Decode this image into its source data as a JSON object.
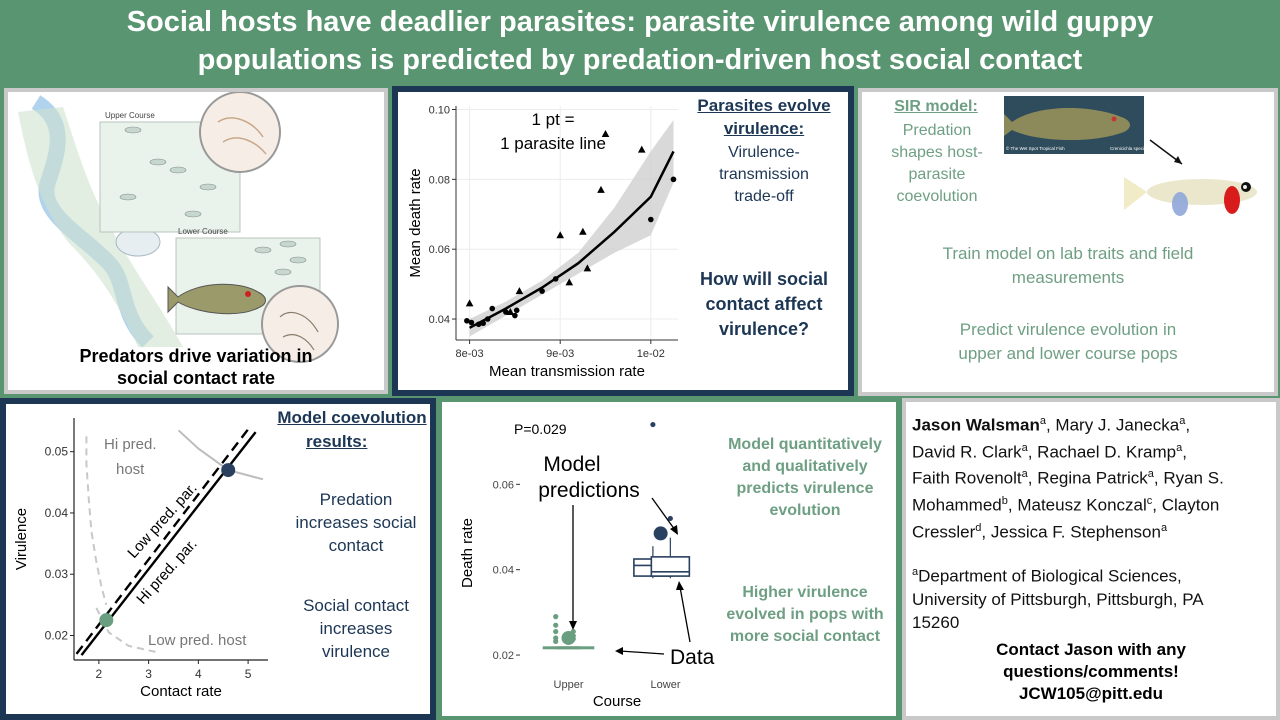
{
  "title": {
    "line1": "Social hosts have deadlier parasites: parasite virulence among wild guppy",
    "line2": "populations is predicted by predation-driven host social contact"
  },
  "panel1": {
    "upper_course_label": "Upper Course",
    "lower_course_label": "Lower Course",
    "caption_line1": "Predators drive variation in",
    "caption_line2": "social contact rate"
  },
  "panel2": {
    "annotation_line1": "1 pt =",
    "annotation_line2": "1 parasite line",
    "heading_line1": "Parasites evolve",
    "heading_line2": "virulence:",
    "sub_line1": "Virulence-",
    "sub_line2": "transmission",
    "sub_line3": "trade-off",
    "question_line1": "How will  social",
    "question_line2": "contact affect",
    "question_line3": "virulence?",
    "chart_data": {
      "type": "scatter",
      "xlabel": "Mean transmission rate",
      "ylabel": "Mean death rate",
      "x_ticks": [
        {
          "value": 0.008,
          "label": "8e-03"
        },
        {
          "value": 0.009,
          "label": "9e-03"
        },
        {
          "value": 0.01,
          "label": "1e-02"
        }
      ],
      "y_ticks": [
        {
          "value": 0.04,
          "label": "0.04"
        },
        {
          "value": 0.06,
          "label": "0.06"
        },
        {
          "value": 0.08,
          "label": "0.08"
        },
        {
          "value": 0.1,
          "label": "0.10"
        }
      ],
      "xlim": [
        0.00785,
        0.0103
      ],
      "ylim": [
        0.034,
        0.101
      ],
      "triangles": [
        [
          0.008,
          0.0445
        ],
        [
          0.00845,
          0.042
        ],
        [
          0.00855,
          0.048
        ],
        [
          0.009,
          0.064
        ],
        [
          0.0091,
          0.0505
        ],
        [
          0.00925,
          0.065
        ],
        [
          0.0093,
          0.0545
        ],
        [
          0.00945,
          0.077
        ],
        [
          0.0095,
          0.093
        ],
        [
          0.0099,
          0.0885
        ]
      ],
      "circles": [
        [
          0.00797,
          0.0395
        ],
        [
          0.00802,
          0.039
        ],
        [
          0.0081,
          0.0385
        ],
        [
          0.00815,
          0.0388
        ],
        [
          0.0082,
          0.04
        ],
        [
          0.00825,
          0.043
        ],
        [
          0.0084,
          0.042
        ],
        [
          0.0085,
          0.041
        ],
        [
          0.00852,
          0.0425
        ],
        [
          0.0088,
          0.048
        ],
        [
          0.00895,
          0.0515
        ],
        [
          0.01,
          0.0685
        ],
        [
          0.01025,
          0.08
        ]
      ],
      "fit_curve": [
        [
          0.008,
          0.0375
        ],
        [
          0.0084,
          0.043
        ],
        [
          0.0088,
          0.049
        ],
        [
          0.0092,
          0.056
        ],
        [
          0.0096,
          0.065
        ],
        [
          0.01,
          0.075
        ],
        [
          0.01025,
          0.088
        ]
      ],
      "ci_upper": [
        [
          0.008,
          0.04
        ],
        [
          0.0084,
          0.045
        ],
        [
          0.0088,
          0.051
        ],
        [
          0.0092,
          0.059
        ],
        [
          0.0096,
          0.072
        ],
        [
          0.01,
          0.088
        ],
        [
          0.01025,
          0.097
        ]
      ],
      "ci_lower": [
        [
          0.008,
          0.035
        ],
        [
          0.0084,
          0.041
        ],
        [
          0.0088,
          0.047
        ],
        [
          0.0092,
          0.053
        ],
        [
          0.0096,
          0.059
        ],
        [
          0.01,
          0.064
        ],
        [
          0.01025,
          0.079
        ]
      ]
    }
  },
  "panel3": {
    "heading": "SIR model:",
    "sub_line1": "Predation",
    "sub_line2": "shapes host-",
    "sub_line3": "parasite",
    "sub_line4": "coevolution",
    "photo_credit_left": "© The Wet Spot Tropical Fish",
    "photo_credit_right": "Crenicichla species",
    "train_line1": "Train model on lab traits and field",
    "train_line2": "measurements",
    "predict_line1": "Predict virulence evolution in",
    "predict_line2": "upper and lower course pops"
  },
  "panel4": {
    "heading_line1": "Model coevolution",
    "heading_line2": "results:",
    "pred_line1": "Predation",
    "pred_line2": "increases social",
    "pred_line3": "contact",
    "social_line1": "Social contact",
    "social_line2": "increases",
    "social_line3": "virulence",
    "chart_data": {
      "type": "line",
      "xlabel": "Contact rate",
      "ylabel": "Virulence",
      "xlim": [
        1.5,
        5.4
      ],
      "ylim": [
        0.016,
        0.0555
      ],
      "x_ticks": [
        2,
        3,
        4,
        5
      ],
      "y_ticks": [
        0.02,
        0.03,
        0.04,
        0.05
      ],
      "x_tick_labels": [
        "2",
        "3",
        "4",
        "5"
      ],
      "y_tick_labels": [
        "0.02",
        "0.03",
        "0.04",
        "0.05"
      ],
      "hi_pred_host_label_line1": "Hi pred.",
      "hi_pred_host_label_line2": "host",
      "low_pred_host_label": "Low pred. host",
      "low_pred_par_label": "Low pred. par.",
      "hi_pred_par_label": "Hi pred. par.",
      "hi_pred_par_line": [
        [
          1.65,
          0.0168
        ],
        [
          5.15,
          0.0532
        ]
      ],
      "low_pred_par_line": [
        [
          1.55,
          0.017
        ],
        [
          5.05,
          0.0542
        ]
      ],
      "low_pred_host_curve": [
        [
          1.95,
          0.0245
        ],
        [
          2.2,
          0.0205
        ],
        [
          2.6,
          0.0183
        ],
        [
          3.2,
          0.0172
        ]
      ],
      "hi_pred_host_curve_gray": [
        [
          1.75,
          0.0525
        ],
        [
          1.75,
          0.048
        ],
        [
          1.8,
          0.042
        ],
        [
          1.85,
          0.037
        ],
        [
          1.95,
          0.032
        ],
        [
          2.05,
          0.028
        ],
        [
          2.15,
          0.025
        ]
      ],
      "hi_pred_host_curve": [
        [
          3.6,
          0.0535
        ],
        [
          4.0,
          0.0505
        ],
        [
          4.6,
          0.047
        ],
        [
          5.3,
          0.0455
        ]
      ],
      "equilibria": [
        {
          "x": 2.15,
          "y": 0.0225,
          "color": "#6a9e80"
        },
        {
          "x": 4.6,
          "y": 0.047,
          "color": "#2a4060"
        }
      ]
    }
  },
  "panel5": {
    "p_value": "P=0.029",
    "model_label_line1": "Model",
    "model_label_line2": "predictions",
    "data_label": "Data",
    "green_line1": "Model quantitatively",
    "green_line2": "and qualitatively",
    "green_line3": "predicts virulence",
    "green_line4": "evolution",
    "higher_line1": "Higher virulence",
    "higher_line2": "evolved in pops with",
    "higher_line3": "more social contact",
    "chart_data": {
      "type": "box",
      "xlabel": "Course",
      "ylabel": "Death rate",
      "categories": [
        "Upper",
        "Lower"
      ],
      "ylim": [
        0.0165,
        0.076
      ],
      "y_ticks": [
        0.02,
        0.04,
        0.06
      ],
      "y_tick_labels": [
        "0.02",
        "0.04",
        "0.06"
      ],
      "upper_boxes": [
        {
          "center": 0.93,
          "min": 0.0215,
          "q1": 0.0215,
          "median": 0.0215,
          "q3": 0.0217,
          "max": 0.0217,
          "outliers": [
            0.029,
            0.027,
            0.0255,
            0.024,
            0.0232
          ]
        },
        {
          "center": 1.07,
          "min": 0.0215,
          "q1": 0.0215,
          "median": 0.0215,
          "q3": 0.0217,
          "max": 0.0217,
          "outliers": [
            0.0255,
            0.0245,
            0.0238
          ]
        }
      ],
      "lower_boxes": [
        {
          "center": 1.87,
          "min": 0.038,
          "q1": 0.0385,
          "median": 0.041,
          "q3": 0.0425,
          "max": 0.0455,
          "outliers": [
            0.074
          ]
        },
        {
          "center": 2.05,
          "min": 0.038,
          "q1": 0.0385,
          "median": 0.0395,
          "q3": 0.043,
          "max": 0.0475,
          "outliers": [
            0.052
          ]
        }
      ],
      "predictions": [
        {
          "x": 1.0,
          "y": 0.024,
          "color": "#6a9e80"
        },
        {
          "x": 1.95,
          "y": 0.0485,
          "color": "#2a4060"
        }
      ]
    }
  },
  "panel6": {
    "contact_line1": "Contact Jason with any",
    "contact_line2": "questions/comments!",
    "contact_line3": "JCW105@pitt.edu"
  }
}
